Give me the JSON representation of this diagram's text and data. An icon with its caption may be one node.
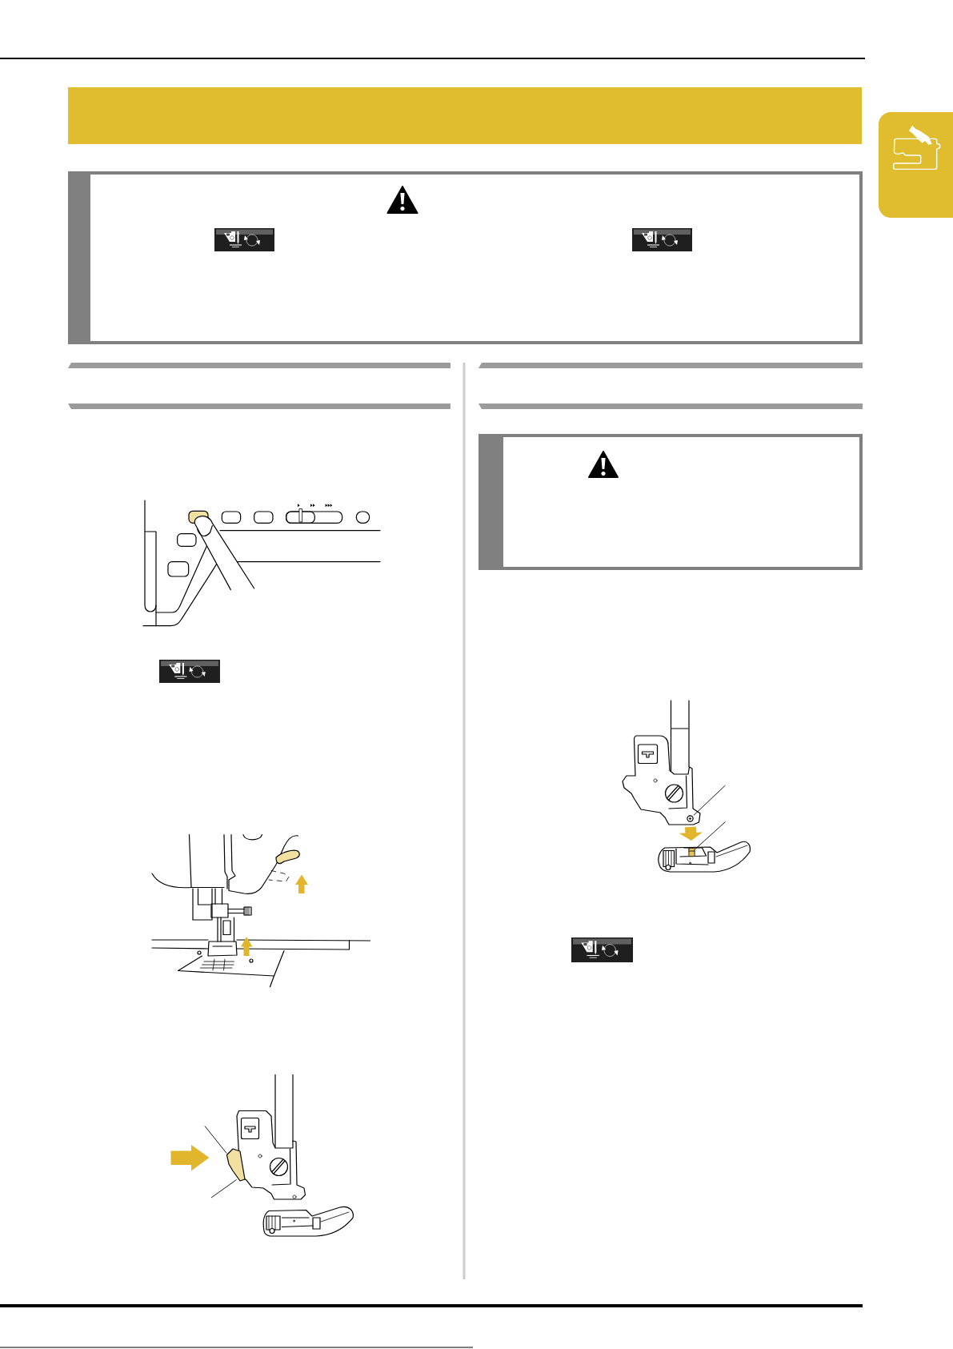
{
  "diagram": {
    "nodes": [
      {
        "text": [],
        "shape": "bar"
      },
      {
        "text": [],
        "shape": "box"
      },
      {
        "text": [],
        "shape": "picture"
      },
      {
        "text": [],
        "shape": "picture"
      },
      {
        "text": [],
        "shape": "box"
      },
      {
        "text": [],
        "shape": "picture"
      },
      {
        "text": [],
        "shape": "picture",
        "in": 5
      },
      {
        "text": [],
        "shape": "picture"
      }
    ],
    "edges": [
      {
        "from": null,
        "to": 2,
        "arrow": "none"
      },
      {
        "from": null,
        "to": 3,
        "arrow": "none"
      },
      {
        "from": null,
        "to": 6,
        "arrow": "none"
      },
      {
        "from": null,
        "to": 7,
        "arrow": "none"
      },
      {
        "from": 6,
        "to": 7,
        "arrow": "to",
        "style": "thick",
        "color": "#e1b52c"
      }
    ]
  }
}
